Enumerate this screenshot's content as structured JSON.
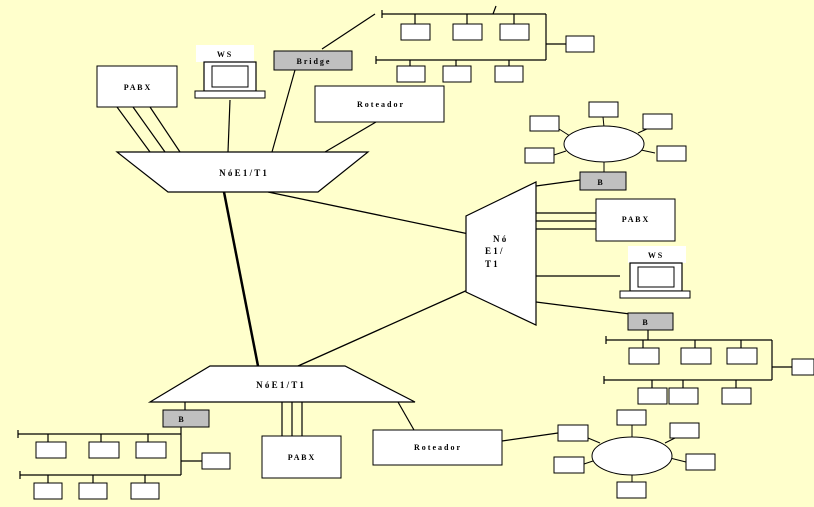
{
  "colors": {
    "background": "#FFFFCC",
    "box_fill": "#FFFFFF",
    "bridge_fill": "#C0C0C0",
    "stroke": "#000000"
  },
  "nodes": {
    "top": {
      "label": "N ó  E 1 / T 1"
    },
    "right": {
      "label_lines": [
        "N ó",
        "E 1 /",
        "T 1"
      ]
    },
    "bottom": {
      "label": "N ó  E 1 / T 1"
    }
  },
  "devices": {
    "pabx_top_left": "P A B X",
    "pabx_right": "P A B X",
    "pabx_bottom": "P A B X",
    "ws_top": "W S",
    "ws_right": "W S",
    "bridge_top": "B r i d g e",
    "bridge_right_upper": "B",
    "bridge_right_lower": "B",
    "bridge_bottom_left": "B",
    "router_top": "R o t e a d o r",
    "router_bottom": "R o t e a d o r"
  }
}
